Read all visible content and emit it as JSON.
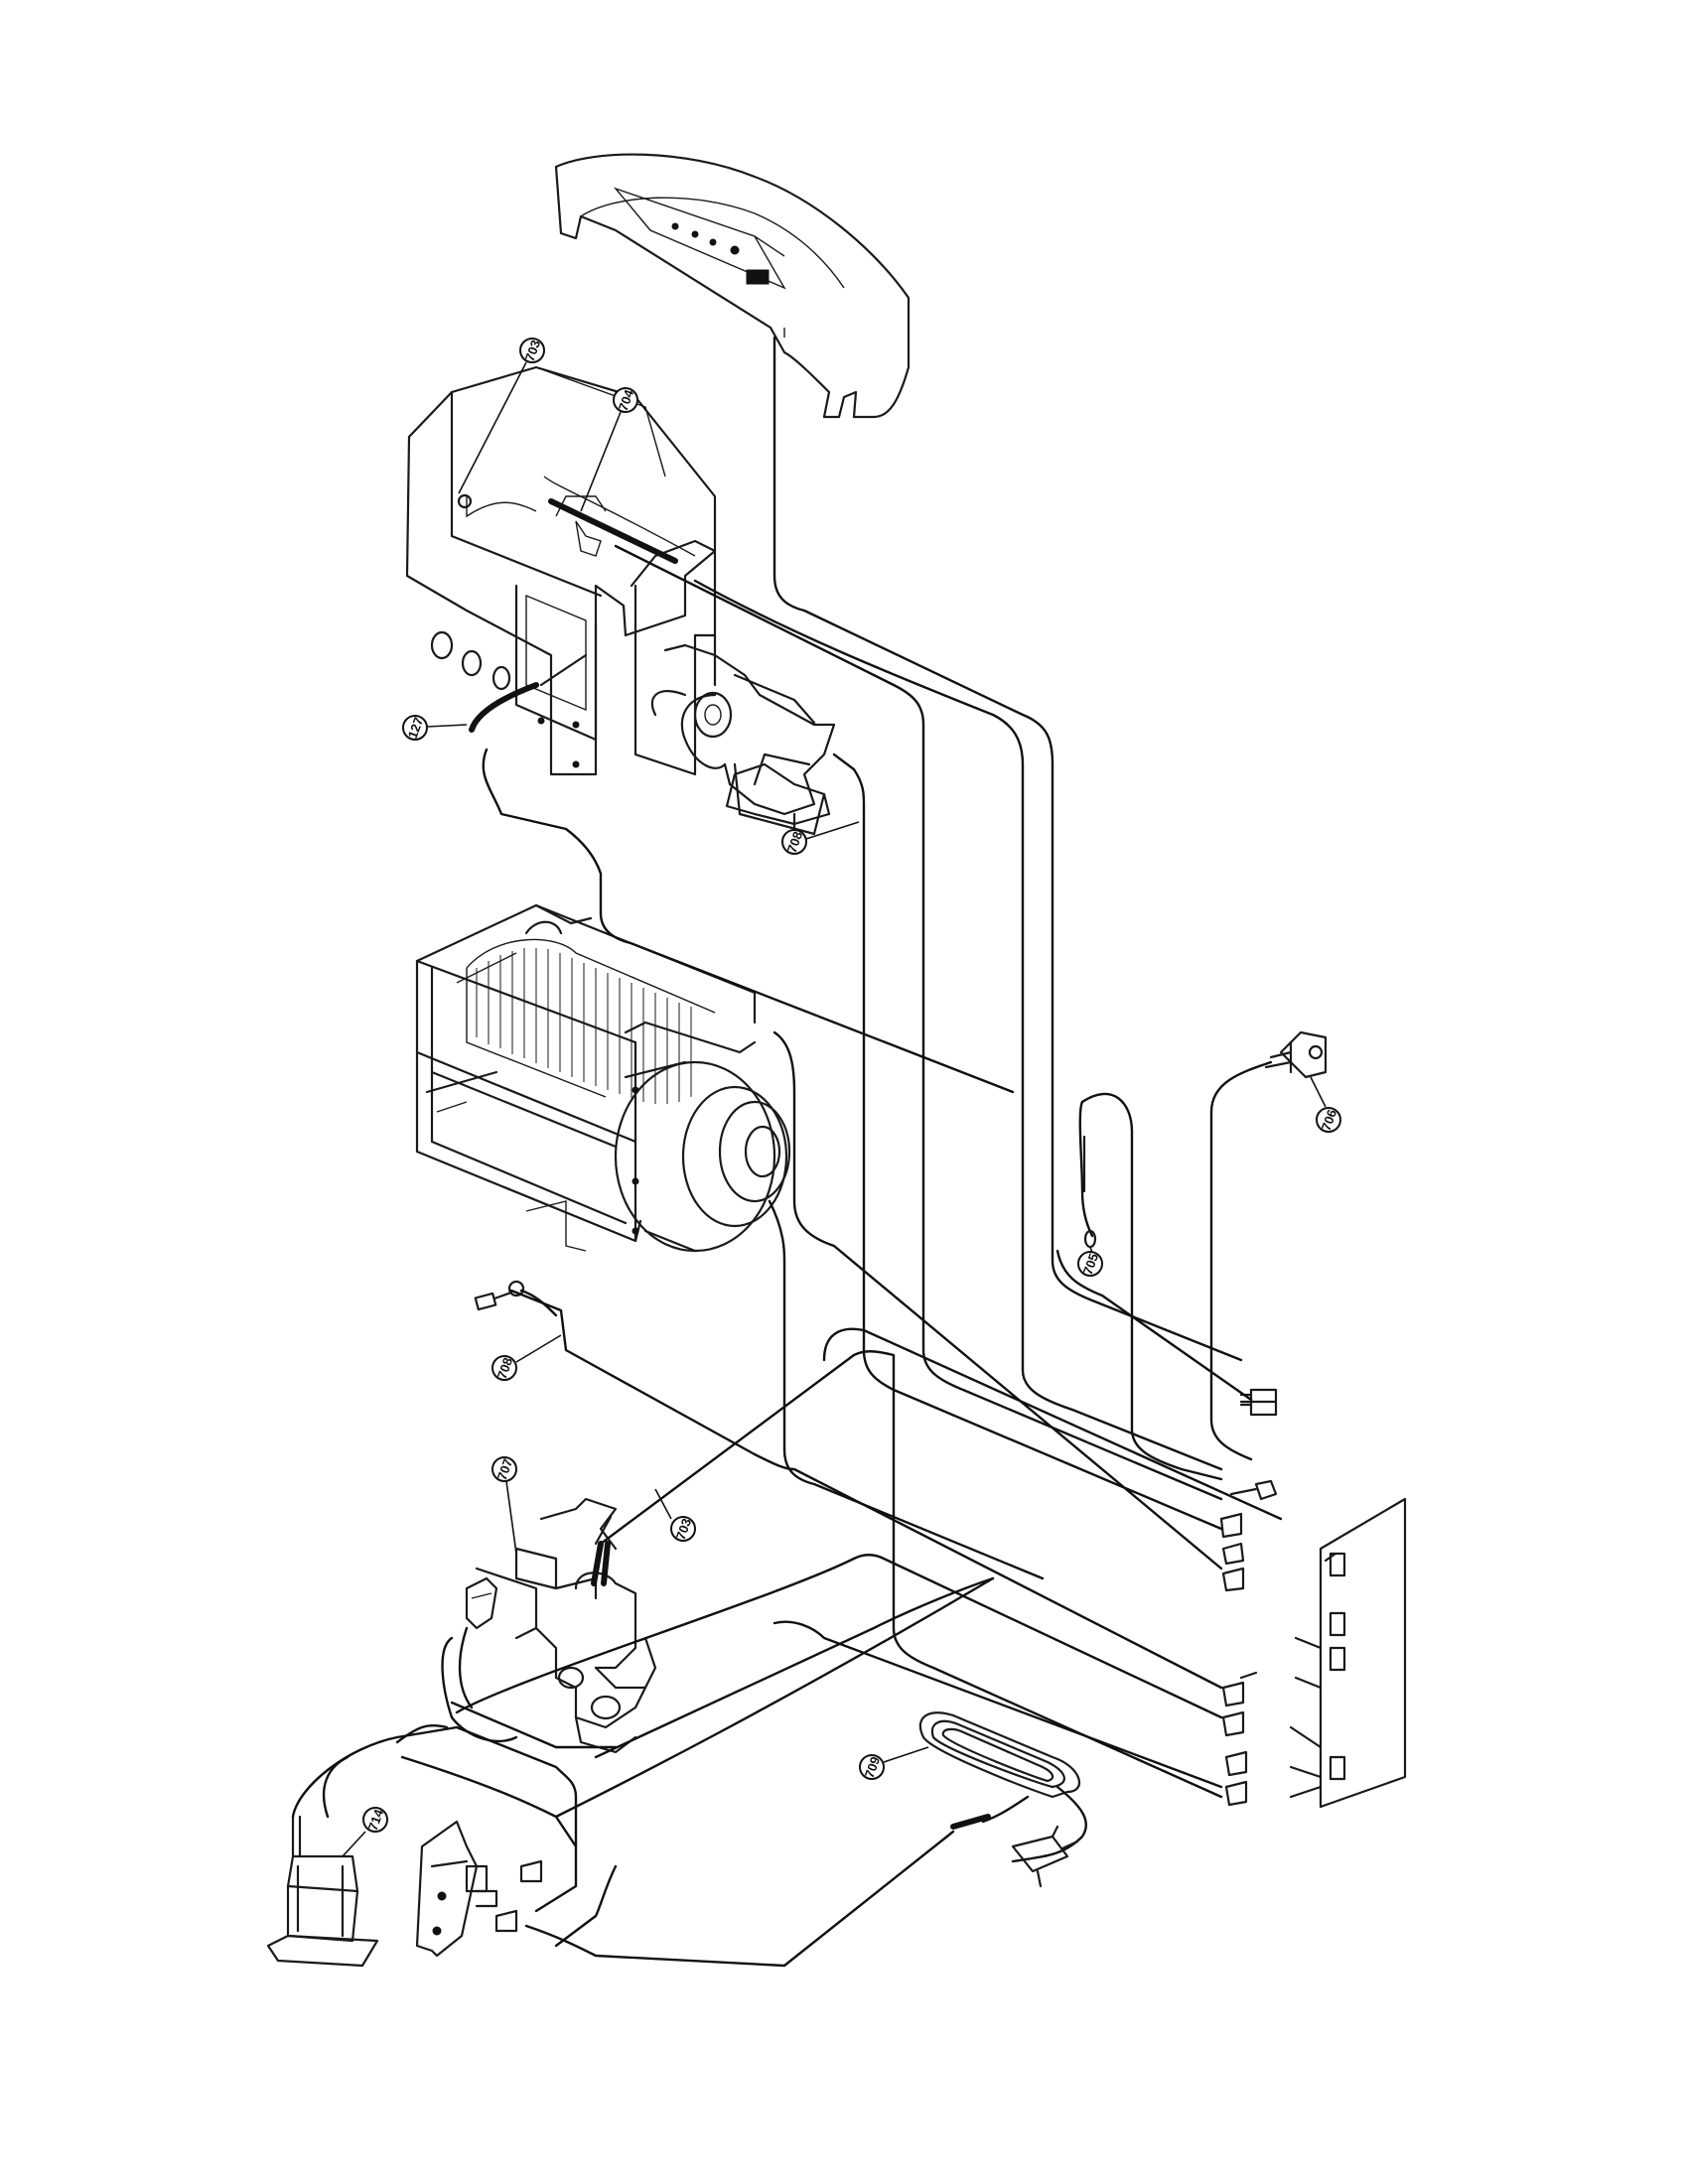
{
  "callouts": [
    {
      "id": "c703a",
      "text": "703"
    },
    {
      "id": "c704",
      "text": "704"
    },
    {
      "id": "c127",
      "text": "127"
    },
    {
      "id": "c708a",
      "text": "708"
    },
    {
      "id": "c706",
      "text": "706"
    },
    {
      "id": "c705",
      "text": "705"
    },
    {
      "id": "c708b",
      "text": "708"
    },
    {
      "id": "c707",
      "text": "707"
    },
    {
      "id": "c703b",
      "text": "703"
    },
    {
      "id": "c709",
      "text": "709"
    },
    {
      "id": "c714",
      "text": "714"
    }
  ]
}
